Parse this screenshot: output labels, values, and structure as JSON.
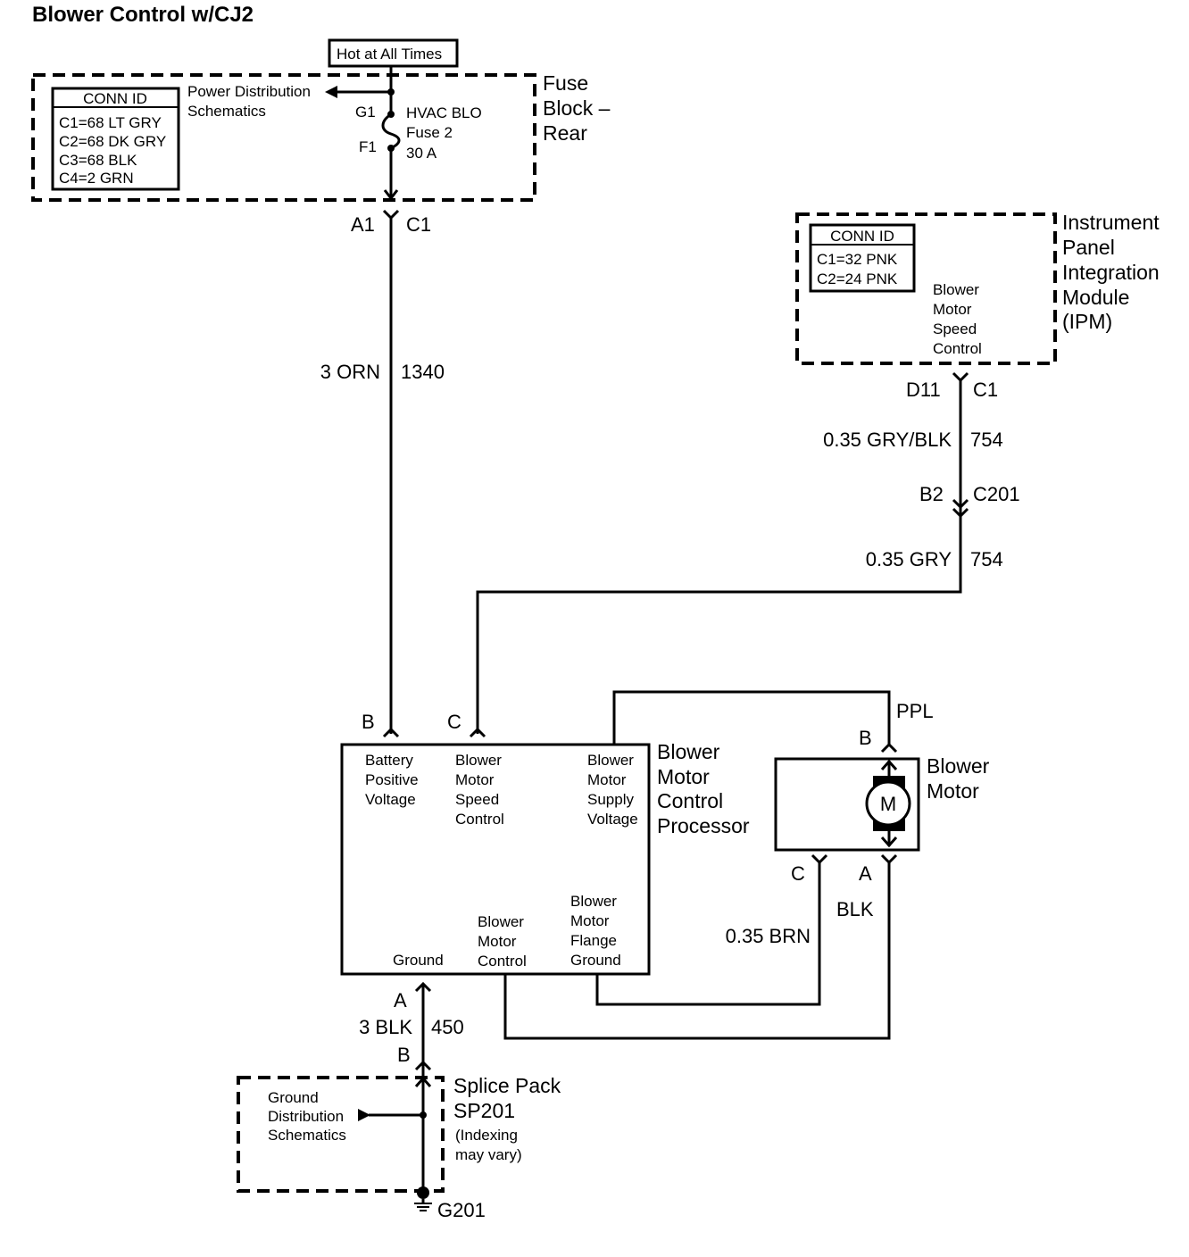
{
  "title": "Blower Control w/CJ2",
  "hot_label": "Hot at All Times",
  "fuse_block": {
    "name_lines": [
      "Fuse",
      "Block –",
      "Rear"
    ],
    "conn_header": "CONN ID",
    "conn_lines": [
      "C1=68 LT GRY",
      "C2=68 DK GRY",
      "C3=68 BLK",
      "C4=2 GRN"
    ],
    "power_dist_lines": [
      "Power Distribution",
      "Schematics"
    ],
    "pin_g1": "G1",
    "pin_f1": "F1",
    "fuse_lines": [
      "HVAC BLO",
      "Fuse 2",
      "30 A"
    ],
    "out_pin": "A1",
    "out_conn": "C1"
  },
  "wire_1340": {
    "gauge_color": "3 ORN",
    "circuit": "1340"
  },
  "ipm": {
    "name_lines": [
      "Instrument",
      "Panel",
      "Integration",
      "Module",
      "(IPM)"
    ],
    "conn_header": "CONN ID",
    "conn_lines": [
      "C1=32 PNK",
      "C2=24 PNK"
    ],
    "func_lines": [
      "Blower",
      "Motor",
      "Speed",
      "Control"
    ],
    "out_pin": "D11",
    "out_conn": "C1"
  },
  "wire_754a": {
    "gauge_color": "0.35 GRY/BLK",
    "circuit": "754"
  },
  "c201": {
    "pin": "B2",
    "conn": "C201"
  },
  "wire_754b": {
    "gauge_color": "0.35 GRY",
    "circuit": "754"
  },
  "processor": {
    "name_lines": [
      "Blower",
      "Motor",
      "Control",
      "Processor"
    ],
    "pin_b": "B",
    "pin_c": "C",
    "pin_a": "A",
    "battery_lines": [
      "Battery",
      "Positive",
      "Voltage"
    ],
    "speed_lines": [
      "Blower",
      "Motor",
      "Speed",
      "Control"
    ],
    "supply_lines": [
      "Blower",
      "Motor",
      "Supply",
      "Voltage"
    ],
    "ground": "Ground",
    "control_lines": [
      "Blower",
      "Motor",
      "Control"
    ],
    "flange_lines": [
      "Blower",
      "Motor",
      "Flange",
      "Ground"
    ]
  },
  "motor": {
    "name_lines": [
      "Blower",
      "Motor"
    ],
    "symbol": "M",
    "pin_b": "B",
    "pin_c": "C",
    "pin_a": "A"
  },
  "wire_ppl": "PPL",
  "wire_blk": "BLK",
  "wire_brn": "0.35 BRN",
  "wire_450": {
    "gauge_color": "3 BLK",
    "circuit": "450"
  },
  "splice": {
    "pin_b": "B",
    "name_lines": [
      "Splice Pack",
      "SP201"
    ],
    "note_lines": [
      "(Indexing",
      "may vary)"
    ],
    "ground_dist_lines": [
      "Ground",
      "Distribution",
      "Schematics"
    ]
  },
  "ground_point": "G201"
}
